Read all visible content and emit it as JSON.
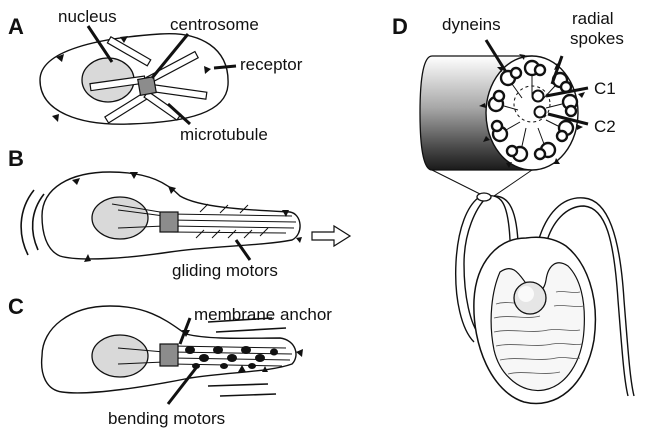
{
  "panels": {
    "a": {
      "letter": "A",
      "labels": {
        "nucleus": "nucleus",
        "centrosome": "centrosome",
        "receptor": "receptor",
        "microtubule": "microtubule"
      }
    },
    "b": {
      "letter": "B",
      "labels": {
        "gliding_motors": "gliding motors"
      }
    },
    "c": {
      "letter": "C",
      "labels": {
        "membrane_anchor": "membrane anchor",
        "bending_motors": "bending motors"
      }
    },
    "d": {
      "letter": "D",
      "labels": {
        "dyneins": "dyneins",
        "radial_line1": "radial",
        "radial_line2": "spokes",
        "c1": "C1",
        "c2": "C2"
      }
    }
  },
  "colors": {
    "outline": "#111111",
    "nucleus_fill": "#d9d9d9",
    "centrosome_fill": "#8c8c8c",
    "background": "#ffffff"
  }
}
